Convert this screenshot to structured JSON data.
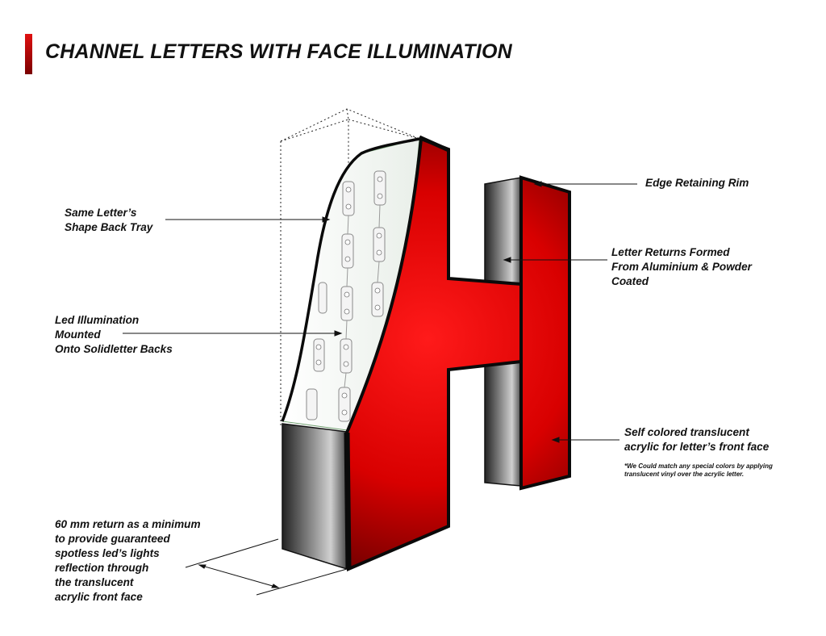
{
  "title": "CHANNEL LETTERS WITH FACE ILLUMINATION",
  "colors": {
    "brand_red": "#e01010",
    "letter_face_red": "#e00000",
    "return_metal": "#3a3a3a",
    "rim": "#111111"
  },
  "annotations": {
    "back_tray": [
      "Same Letter’s",
      "Shape Back Tray"
    ],
    "led": [
      "Led Illumination",
      "Mounted",
      "Onto Solidletter Backs"
    ],
    "return_depth": [
      "60 mm return as a minimum",
      "to provide guaranteed",
      "spotless led’s lights",
      "reflection through",
      "the translucent",
      "acrylic front face"
    ],
    "rim": [
      "Edge Retaining Rim"
    ],
    "returns": [
      "Letter Returns Formed",
      "From Aluminium & Powder",
      "Coated"
    ],
    "face": [
      "Self colored translucent",
      "acrylic for letter’s front face"
    ],
    "note": [
      "*We Could match any special colors by applying",
      "translucent vinyl over the acrylic letter."
    ]
  }
}
